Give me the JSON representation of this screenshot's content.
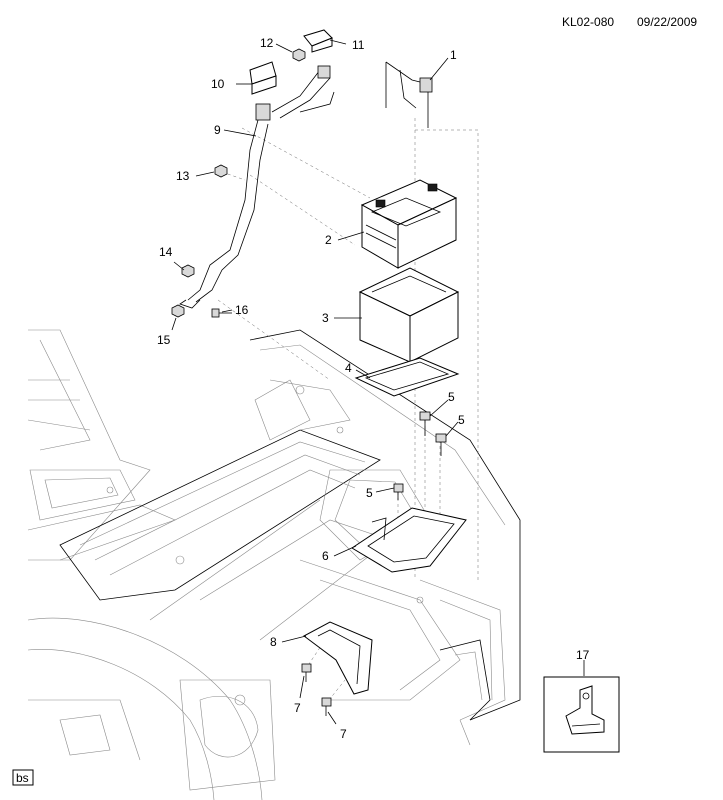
{
  "header": {
    "code": "KL02-080",
    "date": "09/22/2009"
  },
  "footer": {
    "tag": "bs"
  },
  "callouts": {
    "c1": "1",
    "c2": "2",
    "c3": "3",
    "c4": "4",
    "c5a": "5",
    "c5b": "5",
    "c5c": "5",
    "c6": "6",
    "c7a": "7",
    "c7b": "7",
    "c8": "8",
    "c9": "9",
    "c10": "10",
    "c11": "11",
    "c12": "12",
    "c13": "13",
    "c14": "14",
    "c15": "15",
    "c16": "16",
    "c17": "17"
  }
}
